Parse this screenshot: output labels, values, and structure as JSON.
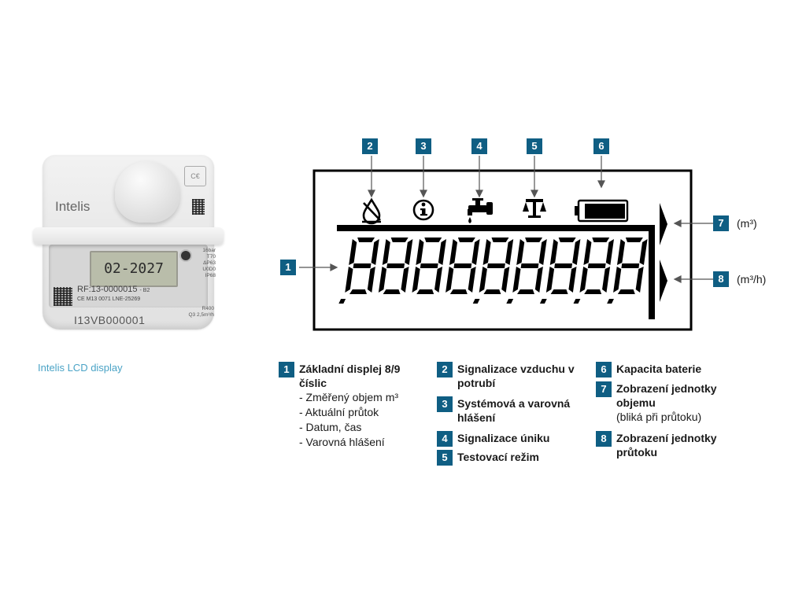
{
  "photo": {
    "brand": "Intelis",
    "lcd_text": "02-2027",
    "rf_text": "RF:13-0000015",
    "rf_suffix": "- B2",
    "ce_line": "CE  M13  0071   LNE-25269",
    "serial": "I13VB000001",
    "spec_lines": [
      "16bar",
      "T70",
      "ΔP63",
      "U0D0",
      "IP68"
    ],
    "spec_bottom": [
      "R400",
      "Q3 2,5m³/h"
    ],
    "caption": "Intelis LCD display"
  },
  "diagram": {
    "callouts": [
      "1",
      "2",
      "3",
      "4",
      "5",
      "6",
      "7",
      "8"
    ],
    "unit_volume": "(m³)",
    "unit_flow": "(m³/h)",
    "digits": "888888888",
    "icons": [
      "air-in-pipe-icon",
      "info-icon",
      "leak-tap-icon",
      "scale-test-icon",
      "battery-icon"
    ]
  },
  "legend": {
    "items": [
      {
        "n": "1",
        "title": "Základní displej 8/9 číslic",
        "subs": [
          "- Změřený objem m³",
          "- Aktuální průtok",
          "- Datum, čas",
          "- Varovná hlášení"
        ]
      },
      {
        "n": "2",
        "title": "Signalizace vzduchu v potrubí"
      },
      {
        "n": "3",
        "title": "Systémová a varovná hlášení"
      },
      {
        "n": "4",
        "title": "Signalizace úniku"
      },
      {
        "n": "5",
        "title": "Testovací režim"
      },
      {
        "n": "6",
        "title": "Kapacita baterie"
      },
      {
        "n": "7",
        "title": "Zobrazení jednotky objemu",
        "note": "(bliká při průtoku)"
      },
      {
        "n": "8",
        "title": "Zobrazení jednotky průtoku"
      }
    ]
  },
  "colors": {
    "badge": "#0f5e83",
    "caption": "#4aa3c6",
    "lcd_frame": "#000000"
  }
}
